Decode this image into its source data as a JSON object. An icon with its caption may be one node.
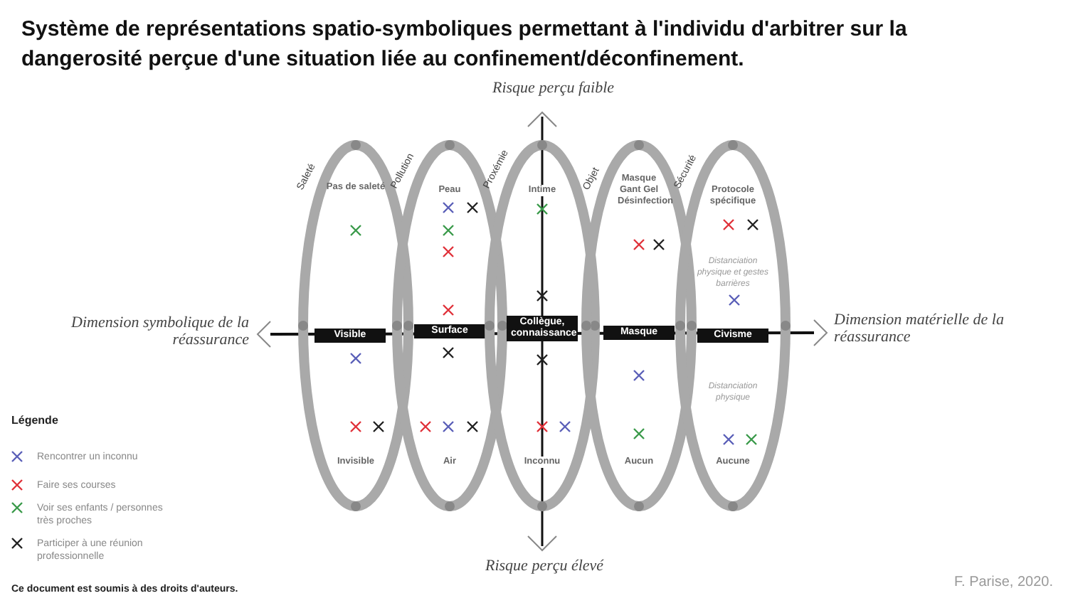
{
  "diagram": {
    "title": "Système de représentations spatio-symboliques permettant à l'individu d'arbitrer sur la dangerosité perçue d'une situation liée au confinement/déconfinement.",
    "nodes": [
      {
        "text": [
          "Pas de saleté",
          "Visible",
          "Invisible"
        ],
        "beside": [
          "Saleté"
        ]
      },
      {
        "text": [
          "Peau",
          "Surface",
          "Air"
        ],
        "beside": [
          "Pollution"
        ]
      },
      {
        "text": [
          "Intime",
          "Collègue, connaissance",
          "Inconnu"
        ],
        "beside": [
          "Proxémie"
        ]
      },
      {
        "text": [
          "Masque Gant Gel Désinfection",
          "Masque",
          "Aucun"
        ],
        "beside": [
          "Objet"
        ]
      },
      {
        "text": [
          "Protocole spécifique",
          "Distanciation physique et gestes barrières",
          "Civisme",
          "Distanciation physique",
          "Aucune"
        ],
        "beside": [
          "Sécurité"
        ]
      }
    ],
    "edges": [],
    "labels": [
      "Risque perçu faible",
      "Dimension symbolique de la réassurance",
      "Dimension matérielle de la réassurance",
      "Risque perçu élevé",
      "Légende",
      "Ce document est soumis à des droits d'auteurs.",
      "F. Parise, 2020."
    ],
    "legend": [
      {
        "text": "Rencontrer un inconnu"
      },
      {
        "text": "Faire ses courses"
      },
      {
        "text": "Voir ses enfants / personnes très proches"
      },
      {
        "text": "Participer à une réunion professionnelle"
      }
    ]
  }
}
